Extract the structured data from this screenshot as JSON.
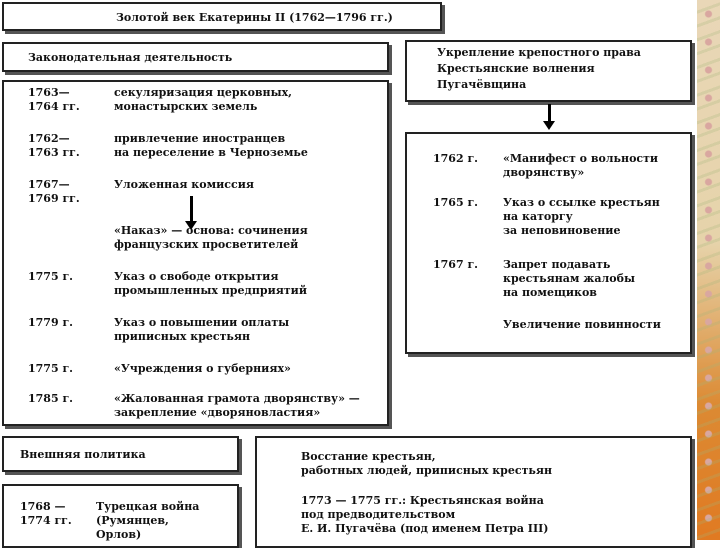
{
  "title": "Золотой век Екатерины II (1762—1796 гг.)",
  "legislation": {
    "heading": "Законодательная деятельность",
    "rows": [
      {
        "date1": "1763—",
        "date2": "1764 гг.",
        "text1": "секуляризация церковных,",
        "text2": "монастырских земель"
      },
      {
        "date1": "1762—",
        "date2": "1763 гг.",
        "text1": "привлечение иностранцев",
        "text2": "на переселение в Черноземье"
      },
      {
        "date1": "1767—",
        "date2": "1769 гг.",
        "text1": "Уложенная комиссия",
        "text2": ""
      },
      {
        "date1": "",
        "date2": "",
        "text1": "«Наказ» — основа: сочинения",
        "text2": "французских просветителей"
      },
      {
        "date1": "1775 г.",
        "date2": "",
        "text1": "Указ о свободе открытия",
        "text2": "промышленных предприятий"
      },
      {
        "date1": "1779 г.",
        "date2": "",
        "text1": "Указ о повышении оплаты",
        "text2": "приписных крестьян"
      },
      {
        "date1": "1775 г.",
        "date2": "",
        "text1": "«Учреждения о губерниях»",
        "text2": ""
      },
      {
        "date1": "1785 г.",
        "date2": "",
        "text1": "«Жалованная грамота дворянству» —",
        "text2": "закрепление «дворяновластия»"
      }
    ]
  },
  "serfdom": {
    "heading_lines": [
      "Укрепление крепостного права",
      "Крестьянские волнения",
      "Пугачёвщина"
    ],
    "rows": [
      {
        "date": "1762 г.",
        "lines": [
          "«Манифест о вольности",
          "дворянству»"
        ]
      },
      {
        "date": "1765 г.",
        "lines": [
          "Указ о ссылке крестьян",
          "на каторгу",
          "за неповиновение"
        ]
      },
      {
        "date": "1767 г.",
        "lines": [
          "Запрет подавать",
          "крестьянам жалобы",
          "на помещиков"
        ]
      },
      {
        "date": "",
        "lines": [
          "Увеличение повинности"
        ]
      }
    ]
  },
  "foreign": {
    "heading": "Внешняя политика",
    "date1": "1768 —",
    "date2": "1774 гг.",
    "lines": [
      "Турецкая война",
      "(Румянцев,",
      "Орлов)"
    ]
  },
  "uprising": {
    "heading_lines": [
      "Восстание крестьян,",
      "работных людей, приписных крестьян"
    ],
    "lines": [
      "1773 —  1775 гг.: Крестьянская война",
      "под предводительством",
      "Е. И. Пугачёва (под именем Петра III)"
    ]
  }
}
